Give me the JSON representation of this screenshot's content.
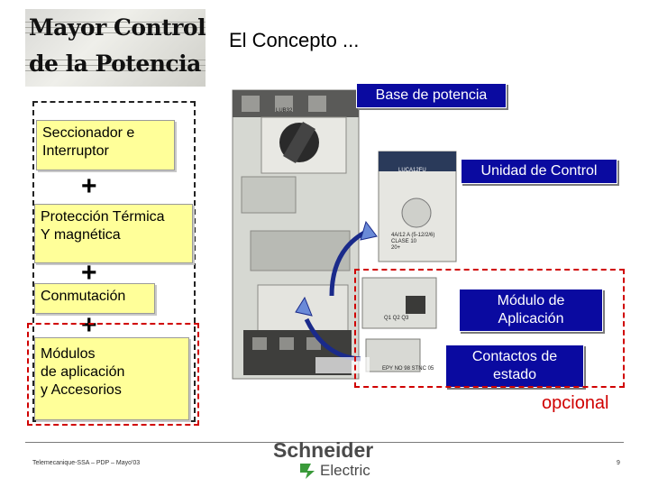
{
  "header": {
    "title_line1": "Mayor Control",
    "title_line2": "de la Potencia",
    "concept": "El Concepto ..."
  },
  "labels": {
    "base_potencia": "Base de potencia",
    "unidad_control": "Unidad de Control",
    "modulo_aplicacion": [
      "Módulo de",
      "Aplicación"
    ],
    "contactos_estado": [
      "Contactos de",
      "estado"
    ],
    "opcional": "opcional"
  },
  "notes": {
    "seccionador": [
      "Seccionador e",
      "Interruptor"
    ],
    "proteccion": [
      "Protección Térmica",
      "Y magnética"
    ],
    "conmutacion": "Conmutación",
    "modulos": [
      "Módulos",
      "de aplicación",
      "y Accesorios"
    ],
    "plus_sign": "+"
  },
  "device_text": {
    "top_code": "LUB32",
    "control_code": "LUCA12FU",
    "control_rating": [
      "4A/12 A (5-12/2/6)",
      "CLASE 10",
      "20+"
    ],
    "module_terms": "Q1 Q2 Q3",
    "contact_terms": "EPY NO 98  STNC 05"
  },
  "footer": {
    "text": "Telemecanique-SSA – PDP – Mayo'03",
    "page": "9",
    "brand_line1": "Schneider",
    "brand_line2": "Electric"
  },
  "colors": {
    "label_blue": "#0a0aa0",
    "note_yellow": "#ffff99",
    "accent_red": "#d00000",
    "brand_green": "#3a9a3a"
  }
}
